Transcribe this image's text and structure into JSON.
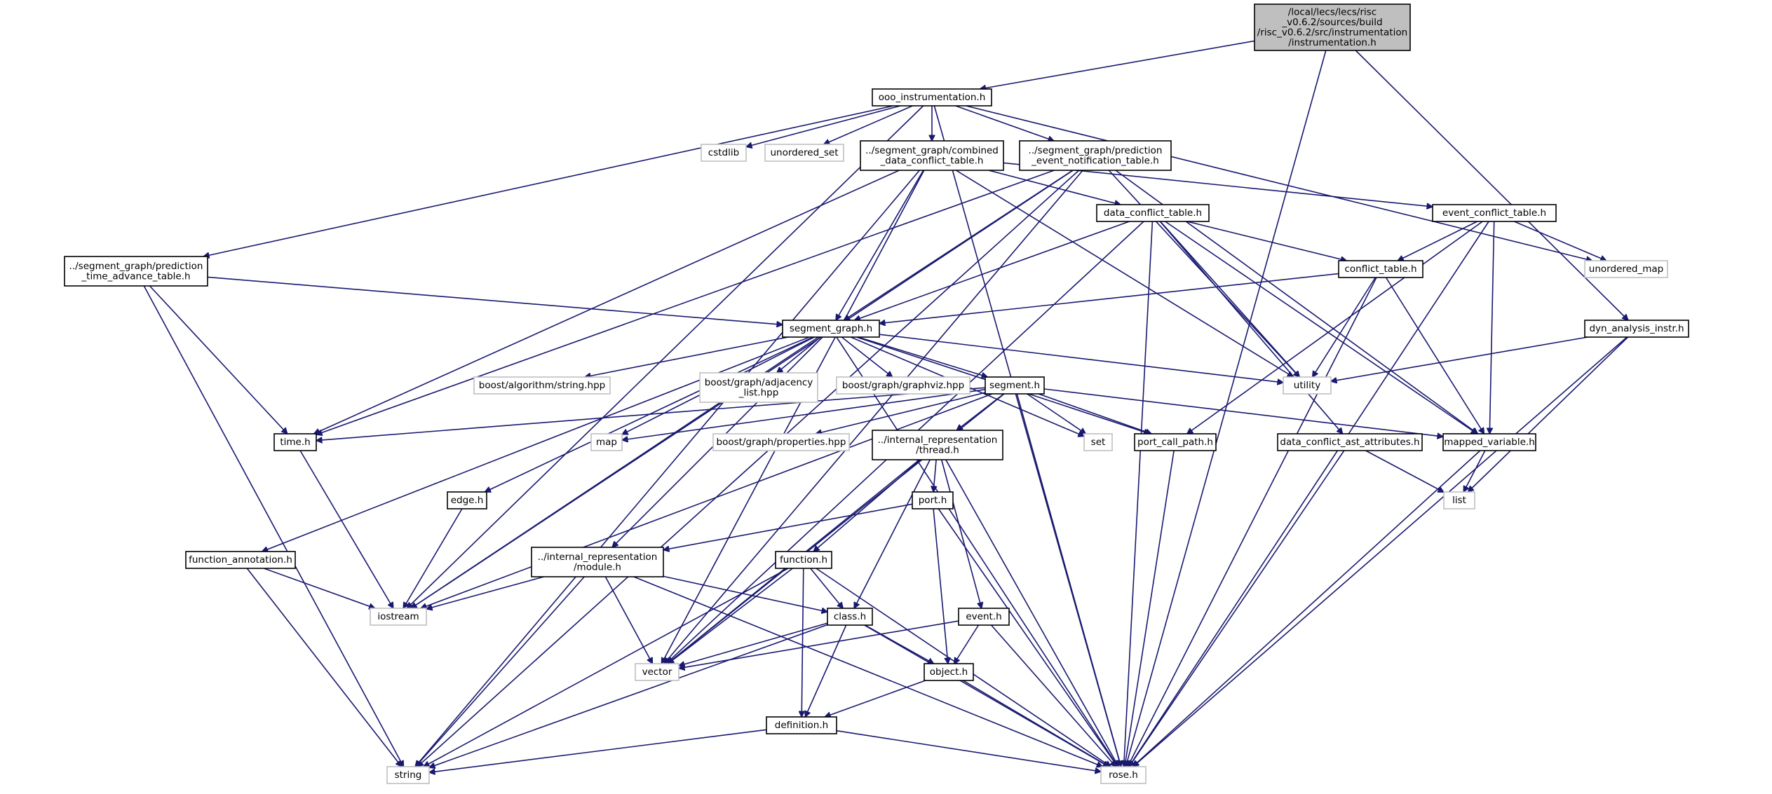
{
  "colors": {
    "edge": "#191970",
    "root_fill": "#bfbfbf",
    "system_border": "#bfbfbf",
    "local_border": "#000000"
  },
  "nodes": [
    {
      "id": "root",
      "kind": "root",
      "lines": [
        "/local/lecs/lecs/risc",
        "_v0.6.2/sources/build",
        "/risc_v0.6.2/src/instrumentation",
        "/instrumentation.h"
      ]
    },
    {
      "id": "ooo",
      "kind": "local",
      "lines": [
        "ooo_instrumentation.h"
      ]
    },
    {
      "id": "cstdlib",
      "kind": "system",
      "lines": [
        "cstdlib"
      ]
    },
    {
      "id": "unordered_set",
      "kind": "system",
      "lines": [
        "unordered_set"
      ]
    },
    {
      "id": "combined",
      "kind": "local",
      "lines": [
        "../segment_graph/combined",
        "_data_conflict_table.h"
      ]
    },
    {
      "id": "prediction_event",
      "kind": "local",
      "lines": [
        "../segment_graph/prediction",
        "_event_notification_table.h"
      ]
    },
    {
      "id": "data_conflict",
      "kind": "local",
      "lines": [
        "data_conflict_table.h"
      ]
    },
    {
      "id": "event_conflict",
      "kind": "local",
      "lines": [
        "event_conflict_table.h"
      ]
    },
    {
      "id": "unordered_map",
      "kind": "system",
      "lines": [
        "unordered_map"
      ]
    },
    {
      "id": "prediction_time",
      "kind": "local",
      "lines": [
        "../segment_graph/prediction",
        "_time_advance_table.h"
      ]
    },
    {
      "id": "conflict_table",
      "kind": "local",
      "lines": [
        "conflict_table.h"
      ]
    },
    {
      "id": "segment_graph",
      "kind": "local",
      "lines": [
        "segment_graph.h"
      ]
    },
    {
      "id": "dyn",
      "kind": "local",
      "lines": [
        "dyn_analysis_instr.h"
      ]
    },
    {
      "id": "boost_alg",
      "kind": "system",
      "lines": [
        "boost/algorithm/string.hpp"
      ]
    },
    {
      "id": "boost_adj",
      "kind": "system",
      "lines": [
        "boost/graph/adjacency",
        "_list.hpp"
      ]
    },
    {
      "id": "boost_graphviz",
      "kind": "system",
      "lines": [
        "boost/graph/graphviz.hpp"
      ]
    },
    {
      "id": "segment",
      "kind": "local",
      "lines": [
        "segment.h"
      ]
    },
    {
      "id": "utility",
      "kind": "system",
      "lines": [
        "utility"
      ]
    },
    {
      "id": "time",
      "kind": "local",
      "lines": [
        "time.h"
      ]
    },
    {
      "id": "map",
      "kind": "system",
      "lines": [
        "map"
      ]
    },
    {
      "id": "boost_prop",
      "kind": "system",
      "lines": [
        "boost/graph/properties.hpp"
      ]
    },
    {
      "id": "thread",
      "kind": "local",
      "lines": [
        "../internal_representation",
        "/thread.h"
      ]
    },
    {
      "id": "set",
      "kind": "system",
      "lines": [
        "set"
      ]
    },
    {
      "id": "port_call",
      "kind": "local",
      "lines": [
        "port_call_path.h"
      ]
    },
    {
      "id": "dcast",
      "kind": "local",
      "lines": [
        "data_conflict_ast_attributes.h"
      ]
    },
    {
      "id": "mapped",
      "kind": "local",
      "lines": [
        "mapped_variable.h"
      ]
    },
    {
      "id": "edge",
      "kind": "local",
      "lines": [
        "edge.h"
      ]
    },
    {
      "id": "port",
      "kind": "local",
      "lines": [
        "port.h"
      ]
    },
    {
      "id": "list",
      "kind": "system",
      "lines": [
        "list"
      ]
    },
    {
      "id": "func_ann",
      "kind": "local",
      "lines": [
        "function_annotation.h"
      ]
    },
    {
      "id": "module",
      "kind": "local",
      "lines": [
        "../internal_representation",
        "/module.h"
      ]
    },
    {
      "id": "function",
      "kind": "local",
      "lines": [
        "function.h"
      ]
    },
    {
      "id": "iostream",
      "kind": "system",
      "lines": [
        "iostream"
      ]
    },
    {
      "id": "class",
      "kind": "local",
      "lines": [
        "class.h"
      ]
    },
    {
      "id": "event",
      "kind": "local",
      "lines": [
        "event.h"
      ]
    },
    {
      "id": "vector",
      "kind": "system",
      "lines": [
        "vector"
      ]
    },
    {
      "id": "object",
      "kind": "local",
      "lines": [
        "object.h"
      ]
    },
    {
      "id": "definition",
      "kind": "local",
      "lines": [
        "definition.h"
      ]
    },
    {
      "id": "string",
      "kind": "system",
      "lines": [
        "string"
      ]
    },
    {
      "id": "rose",
      "kind": "system",
      "lines": [
        "rose.h"
      ]
    }
  ],
  "edges": [
    [
      "root",
      "ooo"
    ],
    [
      "root",
      "dyn"
    ],
    [
      "root",
      "rose"
    ],
    [
      "ooo",
      "cstdlib"
    ],
    [
      "ooo",
      "unordered_set"
    ],
    [
      "ooo",
      "combined"
    ],
    [
      "ooo",
      "prediction_event"
    ],
    [
      "ooo",
      "prediction_time"
    ],
    [
      "ooo",
      "iostream"
    ],
    [
      "ooo",
      "unordered_map"
    ],
    [
      "ooo",
      "rose"
    ],
    [
      "combined",
      "data_conflict"
    ],
    [
      "combined",
      "segment_graph"
    ],
    [
      "combined",
      "event_conflict"
    ],
    [
      "combined",
      "utility"
    ],
    [
      "combined",
      "time"
    ],
    [
      "combined",
      "string"
    ],
    [
      "combined",
      "vector"
    ],
    [
      "prediction_event",
      "segment_graph"
    ],
    [
      "prediction_event",
      "utility"
    ],
    [
      "prediction_event",
      "mapped"
    ],
    [
      "prediction_event",
      "time"
    ],
    [
      "prediction_event",
      "string"
    ],
    [
      "prediction_event",
      "iostream"
    ],
    [
      "prediction_event",
      "vector"
    ],
    [
      "prediction_time",
      "segment_graph"
    ],
    [
      "prediction_time",
      "time"
    ],
    [
      "prediction_time",
      "string"
    ],
    [
      "data_conflict",
      "conflict_table"
    ],
    [
      "data_conflict",
      "segment_graph"
    ],
    [
      "data_conflict",
      "utility"
    ],
    [
      "data_conflict",
      "mapped"
    ],
    [
      "data_conflict",
      "dcast"
    ],
    [
      "data_conflict",
      "rose"
    ],
    [
      "data_conflict",
      "vector"
    ],
    [
      "event_conflict",
      "conflict_table"
    ],
    [
      "event_conflict",
      "unordered_map"
    ],
    [
      "event_conflict",
      "mapped"
    ],
    [
      "event_conflict",
      "port_call"
    ],
    [
      "event_conflict",
      "rose"
    ],
    [
      "conflict_table",
      "segment_graph"
    ],
    [
      "conflict_table",
      "utility"
    ],
    [
      "conflict_table",
      "mapped"
    ],
    [
      "conflict_table",
      "rose"
    ],
    [
      "dyn",
      "utility"
    ],
    [
      "dyn",
      "list"
    ],
    [
      "dyn",
      "rose"
    ],
    [
      "segment_graph",
      "boost_alg"
    ],
    [
      "segment_graph",
      "boost_adj"
    ],
    [
      "segment_graph",
      "boost_graphviz"
    ],
    [
      "segment_graph",
      "segment"
    ],
    [
      "segment_graph",
      "utility"
    ],
    [
      "segment_graph",
      "map"
    ],
    [
      "segment_graph",
      "set"
    ],
    [
      "segment_graph",
      "port_call"
    ],
    [
      "segment_graph",
      "edge"
    ],
    [
      "segment_graph",
      "func_ann"
    ],
    [
      "segment_graph",
      "module"
    ],
    [
      "segment_graph",
      "iostream"
    ],
    [
      "segment_graph",
      "rose"
    ],
    [
      "segment",
      "time"
    ],
    [
      "segment",
      "map"
    ],
    [
      "segment",
      "boost_prop"
    ],
    [
      "segment",
      "thread"
    ],
    [
      "segment",
      "set"
    ],
    [
      "segment",
      "port_call"
    ],
    [
      "segment",
      "mapped"
    ],
    [
      "segment",
      "iostream"
    ],
    [
      "segment",
      "vector"
    ],
    [
      "segment",
      "rose"
    ],
    [
      "time",
      "iostream"
    ],
    [
      "thread",
      "port"
    ],
    [
      "thread",
      "function"
    ],
    [
      "thread",
      "class"
    ],
    [
      "thread",
      "event"
    ],
    [
      "thread",
      "vector"
    ],
    [
      "thread",
      "rose"
    ],
    [
      "port",
      "module"
    ],
    [
      "port",
      "object"
    ],
    [
      "port",
      "rose"
    ],
    [
      "edge",
      "iostream"
    ],
    [
      "func_ann",
      "iostream"
    ],
    [
      "func_ann",
      "string"
    ],
    [
      "module",
      "iostream"
    ],
    [
      "module",
      "class"
    ],
    [
      "module",
      "vector"
    ],
    [
      "module",
      "string"
    ],
    [
      "module",
      "rose"
    ],
    [
      "function",
      "class"
    ],
    [
      "function",
      "definition"
    ],
    [
      "function",
      "vector"
    ],
    [
      "function",
      "string"
    ],
    [
      "function",
      "rose"
    ],
    [
      "class",
      "vector"
    ],
    [
      "class",
      "object"
    ],
    [
      "class",
      "definition"
    ],
    [
      "class",
      "string"
    ],
    [
      "class",
      "rose"
    ],
    [
      "event",
      "object"
    ],
    [
      "event",
      "vector"
    ],
    [
      "event",
      "rose"
    ],
    [
      "object",
      "definition"
    ],
    [
      "object",
      "rose"
    ],
    [
      "definition",
      "string"
    ],
    [
      "definition",
      "rose"
    ],
    [
      "port_call",
      "rose"
    ],
    [
      "mapped",
      "list"
    ],
    [
      "mapped",
      "rose"
    ],
    [
      "dcast",
      "list"
    ],
    [
      "dcast",
      "rose"
    ]
  ]
}
